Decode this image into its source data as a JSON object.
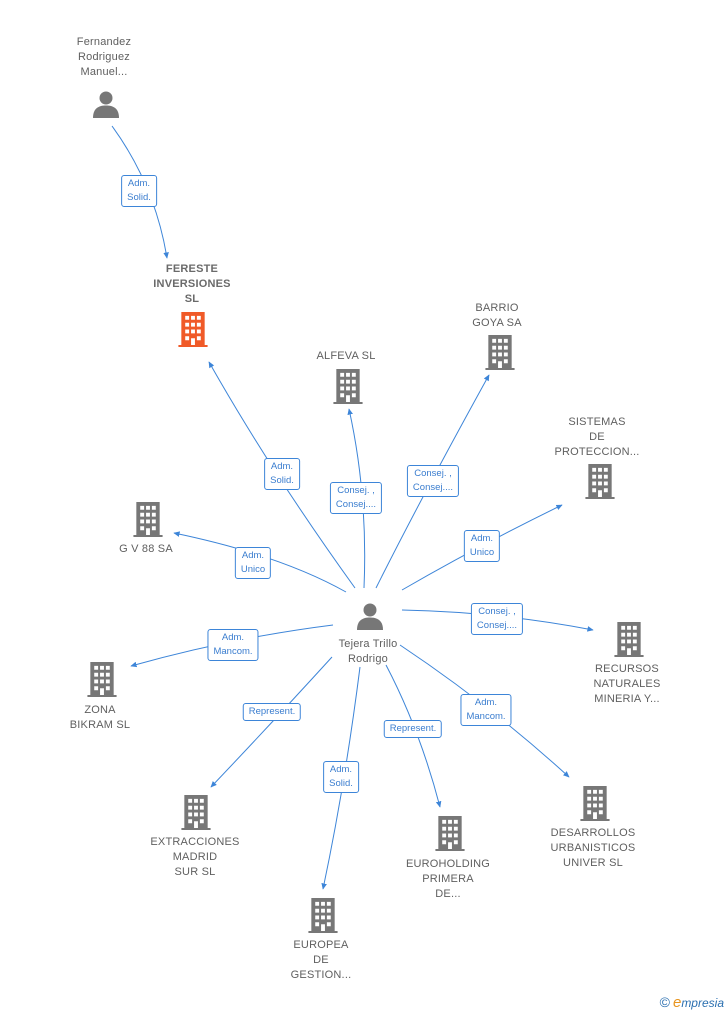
{
  "graph": {
    "persons": {
      "fernandez": "Fernandez\nRodriguez\nManuel...",
      "tejera": "Tejera Trillo\nRodrigo"
    },
    "companies": {
      "fereste": "FERESTE\nINVERSIONES\nSL",
      "alfeva": "ALFEVA SL",
      "barrio": "BARRIO\nGOYA SA",
      "sistemas": "SISTEMAS\nDE\nPROTECCION...",
      "gv88": "G V 88 SA",
      "recursos": "RECURSOS\nNATURALES\nMINERIA Y...",
      "zona": "ZONA\nBIKRAM SL",
      "extracciones": "EXTRACCIONES\nMADRID\nSUR SL",
      "desarrollos": "DESARROLLOS\nURBANISTICOS\nUNIVER  SL",
      "euroholding": "EUROHOLDING\nPRIMERA\nDE...",
      "europea": "EUROPEA\nDE\nGESTION..."
    },
    "relations": {
      "fernandez_fereste": "Adm.\nSolid.",
      "tejera_fereste": "Adm.\nSolid.",
      "tejera_alfeva": "Consej. ,\nConsej....",
      "tejera_barrio": "Consej. ,\nConsej....",
      "tejera_sistemas": "Adm.\nUnico",
      "tejera_gv88": "Adm.\nUnico",
      "tejera_recursos": "Consej. ,\nConsej....",
      "tejera_zona": "Adm.\nMancom.",
      "tejera_extracciones": "Represent.",
      "tejera_desarrollos": "Adm.\nMancom.",
      "tejera_euroholding": "Represent.",
      "tejera_europea": "Adm.\nSolid."
    },
    "colors": {
      "edge": "#3d85d8",
      "icon": "#777777",
      "focus_icon": "#f05a28"
    }
  },
  "brand": {
    "copyright": "©",
    "initial": "e",
    "rest": "mpresia"
  }
}
